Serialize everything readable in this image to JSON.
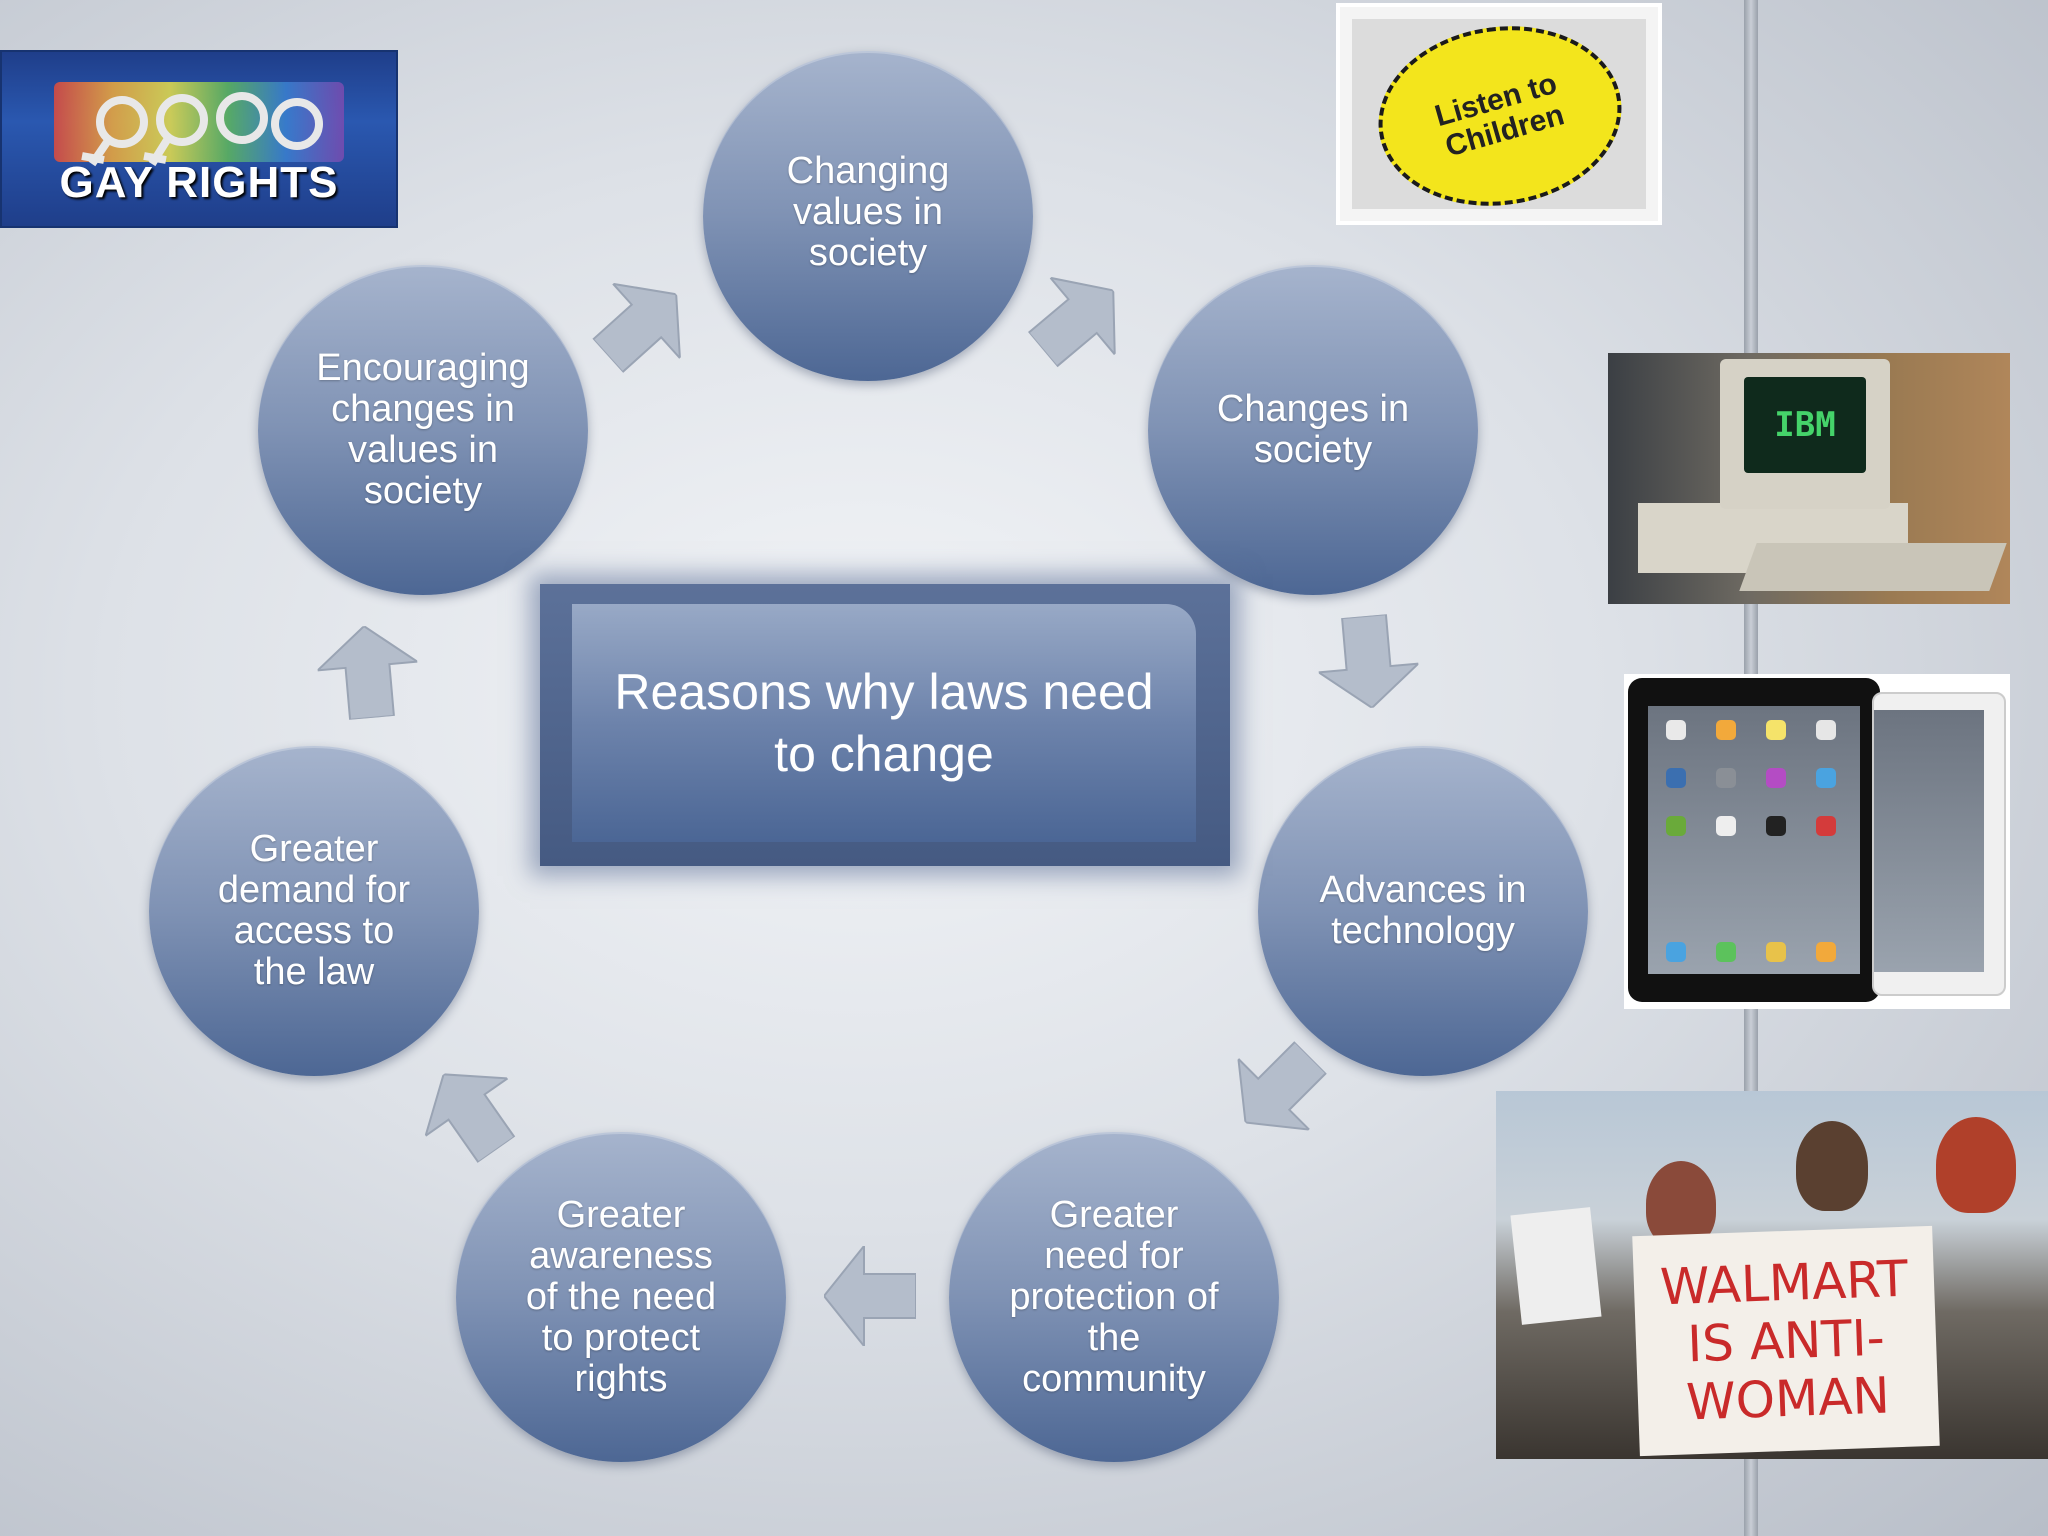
{
  "diagram": {
    "center": "Reasons why laws need\nto change",
    "nodes": [
      "Changing\nvalues in\nsociety",
      "Changes in\nsociety",
      "Advances in\ntechnology",
      "Greater\nneed for\nprotection of\nthe\ncommunity",
      "Greater\nawareness\nof the need\nto protect\nrights",
      "Greater\ndemand for\naccess to\nthe law",
      "Encouraging\nchanges in\nvalues in\nsociety"
    ]
  },
  "images": {
    "gay_rights": "GAY RIGHTS",
    "listen_badge": "Listen to\nChildren",
    "ibm_screen": "IBM",
    "protest_sign": "WALMART\nIS ANTI-\nWOMAN"
  },
  "colors": {
    "node_top": "#a6b4cd",
    "node_bottom": "#4d6794",
    "arrow": "#b4bdcb"
  }
}
